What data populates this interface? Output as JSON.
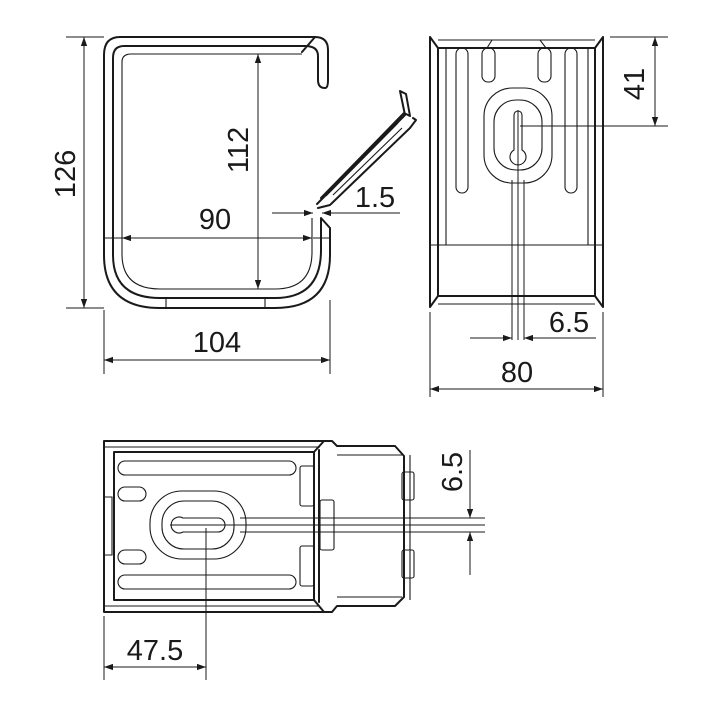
{
  "diagram": {
    "title": "",
    "side_view": {
      "dim_height_outer": "126",
      "dim_height_inner": "112",
      "dim_width_inner": "90",
      "dim_thickness": "1.5",
      "dim_width_outer": "104"
    },
    "front_view": {
      "dim_slot_top": "41",
      "dim_slot_width": "6.5",
      "dim_width": "80"
    },
    "top_view": {
      "dim_slot_width": "6.5",
      "dim_slot_offset": "47.5"
    }
  },
  "colors": {
    "line": "#1a1a1a",
    "background": "#ffffff"
  }
}
